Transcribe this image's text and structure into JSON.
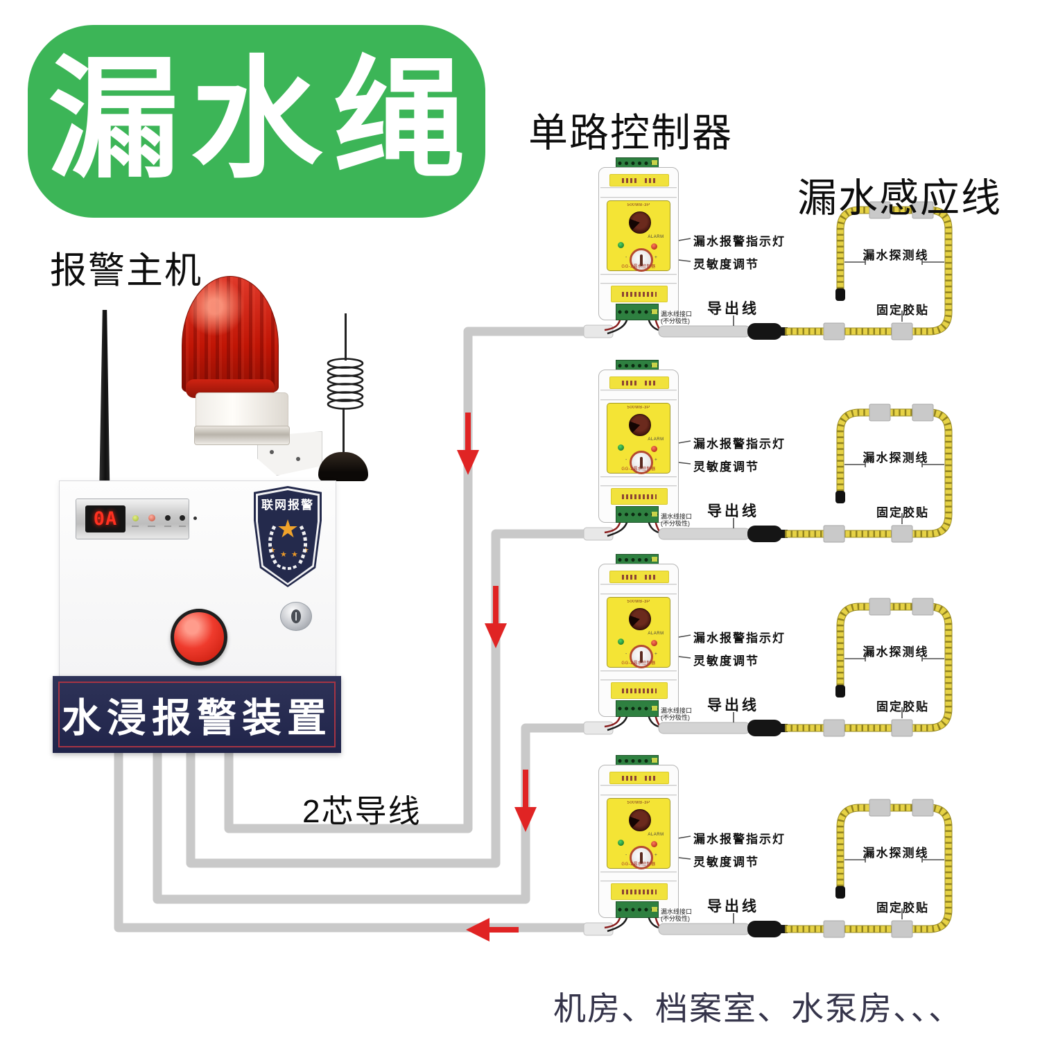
{
  "badge": {
    "text": "漏水绳",
    "bg_color": "#3cb557"
  },
  "titles": {
    "controller": "单路控制器",
    "sensor_line": "漏水感应线",
    "alarm_host": "报警主机",
    "core_wire": "2芯导线",
    "caption": "机房、档案室、水泵房、、、"
  },
  "alarm_host": {
    "display_value": "0A",
    "shield_text": "联网报警",
    "banner_text": "水浸报警装置"
  },
  "controller": {
    "count": 4,
    "panel_model_top": "500WB-3P",
    "alarm_text": "ALARM",
    "panel_model_bottom": "GG-2漏水控制器",
    "dial_minus": "-",
    "dial_plus": "+",
    "labels": {
      "alarm_led": "漏水报警指示灯",
      "sensitivity": "灵敏度调节",
      "export_line": "导出线",
      "interface_1": "漏水线接口",
      "interface_2": "(不分极性)"
    }
  },
  "sensor": {
    "detect_label": "漏水探测线",
    "tape_label": "固定胶贴"
  },
  "icons": {
    "shield_star": "★",
    "small_star": "★"
  },
  "colors": {
    "badge_green": "#3cb557",
    "wire_gray": "#c9c9c9",
    "rope_yellow": "#e6d246",
    "rope_dark": "#7a6d15",
    "panel_yellow": "#f4e435",
    "terminal_green": "#2e8040",
    "navy": "#242a4c",
    "arrow_red": "#e02424",
    "beacon_red": "#c01505",
    "seg_display_red": "#ff3020"
  }
}
